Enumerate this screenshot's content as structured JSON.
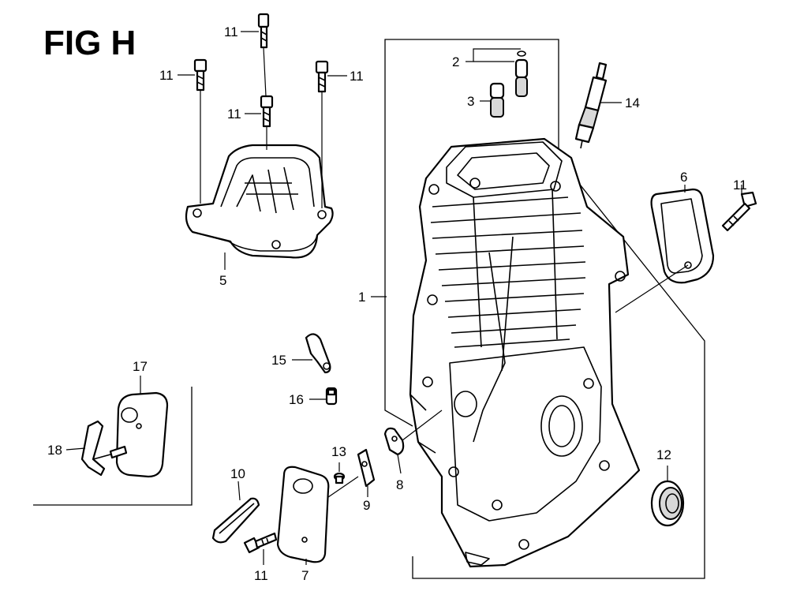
{
  "figure_title": "FIG H",
  "callouts": {
    "c1": "1",
    "c2": "2",
    "c3": "3",
    "c5": "5",
    "c6": "6",
    "c7": "7",
    "c8": "8",
    "c9": "9",
    "c10": "10",
    "c11_top": "11",
    "c11_left": "11",
    "c11_mid": "11",
    "c11_right": "11",
    "c11_side": "11",
    "c11_bottom": "11",
    "c12": "12",
    "c13": "13",
    "c14": "14",
    "c15": "15",
    "c16": "16",
    "c17": "17",
    "c18": "18"
  }
}
